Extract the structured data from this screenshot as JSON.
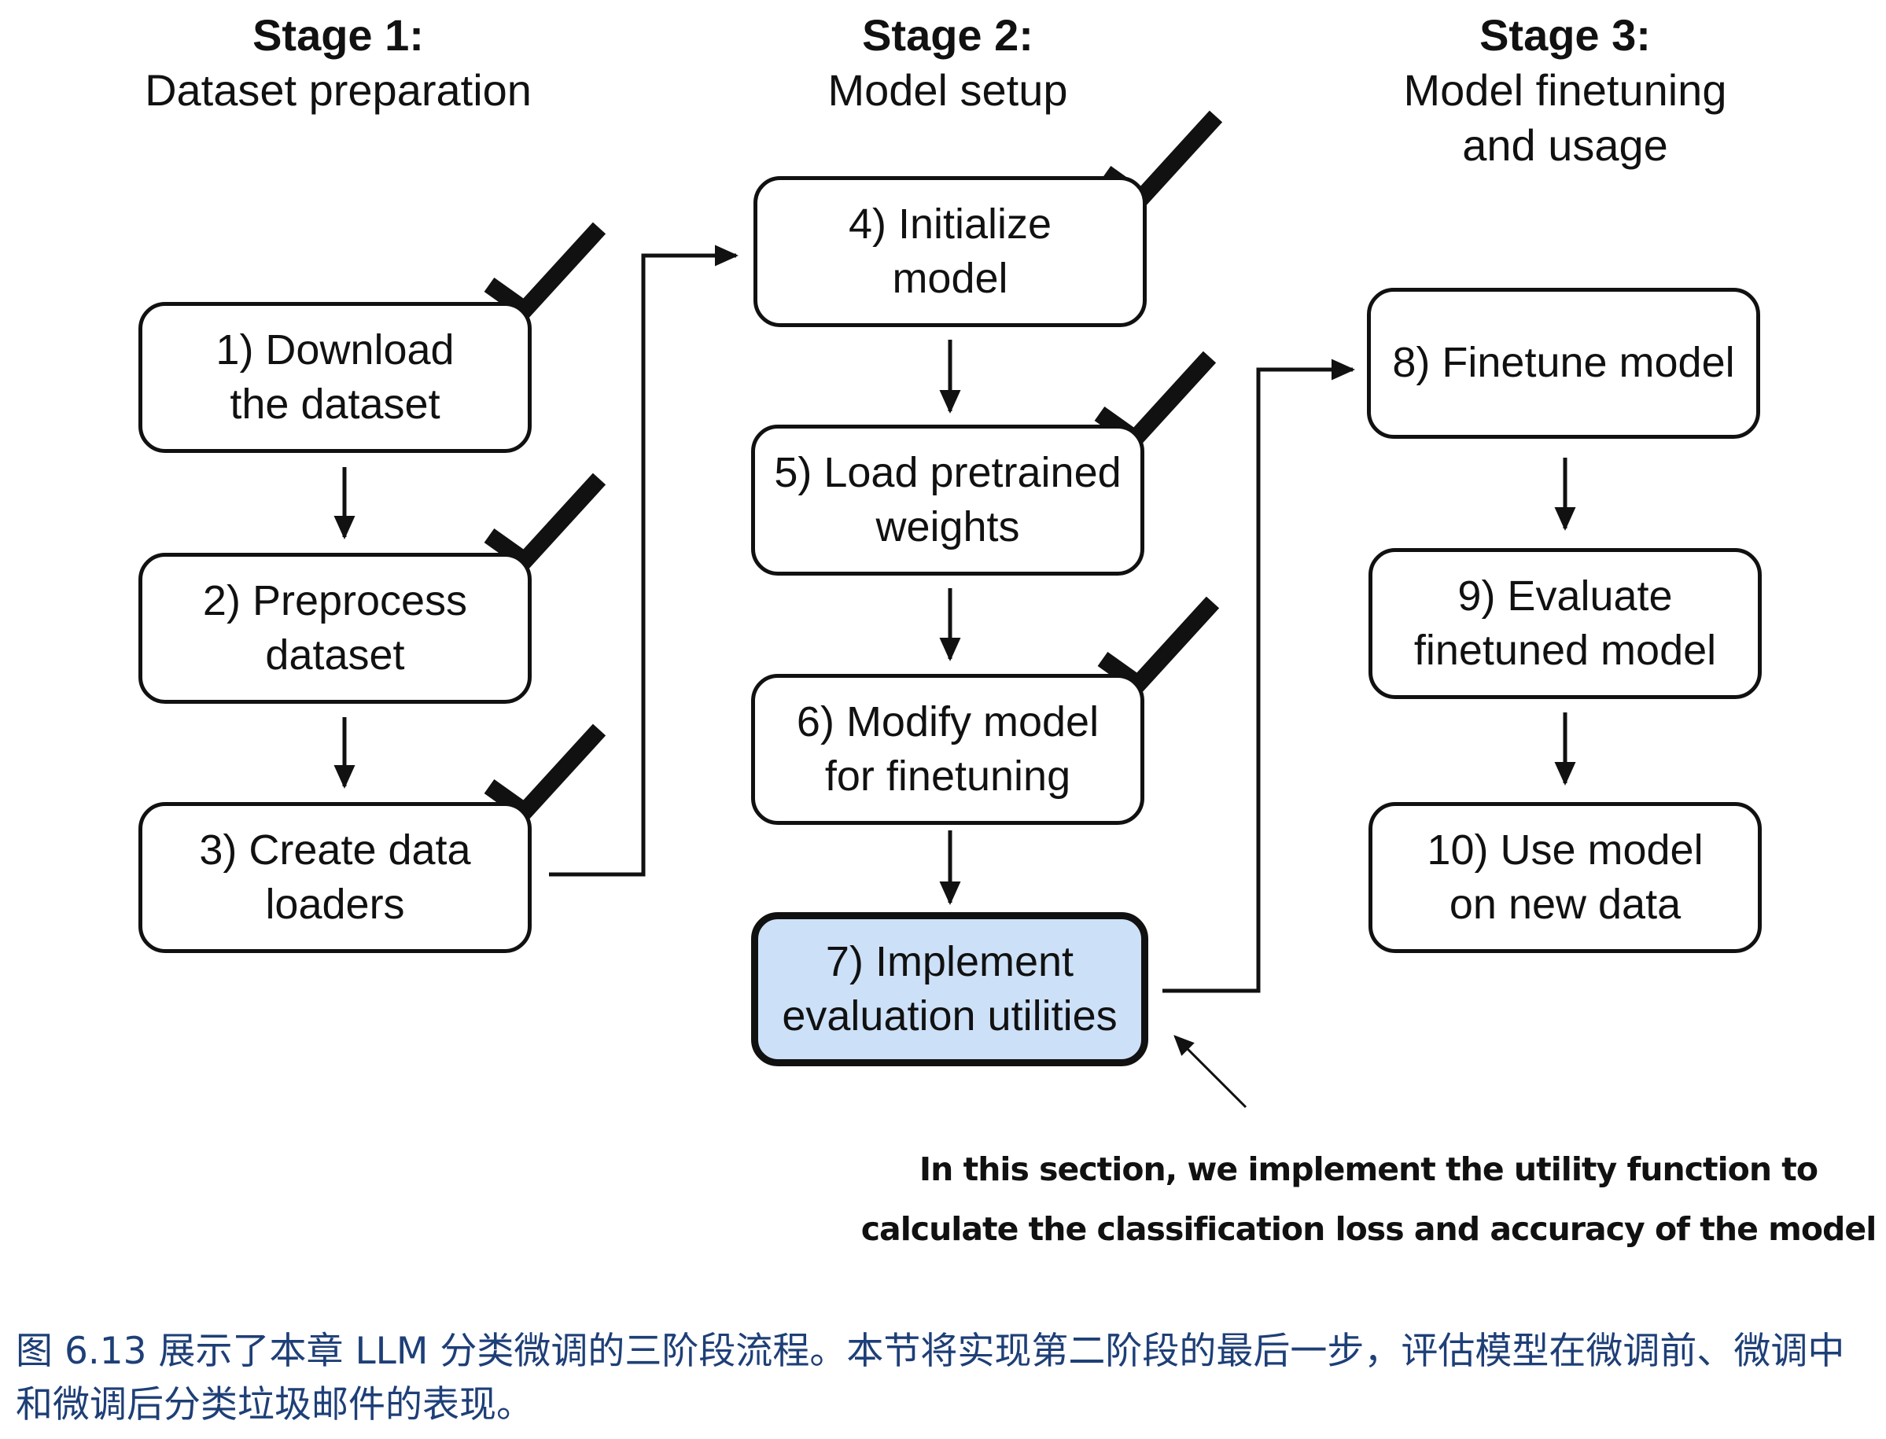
{
  "stages": [
    {
      "title": "Stage 1:",
      "subtitle": "Dataset preparation"
    },
    {
      "title": "Stage 2:",
      "subtitle": "Model setup"
    },
    {
      "title": "Stage 3:",
      "subtitle": "Model finetuning\nand usage"
    }
  ],
  "steps": [
    {
      "label": "1) Download\nthe dataset",
      "completed": true
    },
    {
      "label": "2) Preprocess\ndataset",
      "completed": true
    },
    {
      "label": "3) Create data\nloaders",
      "completed": true
    },
    {
      "label": "4) Initialize\nmodel",
      "completed": true
    },
    {
      "label": "5) Load pretrained\nweights",
      "completed": true
    },
    {
      "label": "6) Modify model\nfor finetuning",
      "completed": true
    },
    {
      "label": "7) Implement\nevaluation utilities",
      "completed": false,
      "highlighted": true
    },
    {
      "label": "8) Finetune model",
      "completed": false
    },
    {
      "label": "9) Evaluate\nfinetuned model",
      "completed": false
    },
    {
      "label": "10) Use model\non new data",
      "completed": false
    }
  ],
  "annotation": "In this section, we implement the utility function to\ncalculate the classification loss and accuracy of the model",
  "caption": "图 6.13 展示了本章 LLM 分类微调的三阶段流程。本节将实现第二阶段的最后一步，评估模型在微调前、微调中和微调后分类垃圾邮件的表现。",
  "colors": {
    "ink": "#111111",
    "highlight_fill": "#cce0f8",
    "caption_text": "#1e3f77"
  }
}
